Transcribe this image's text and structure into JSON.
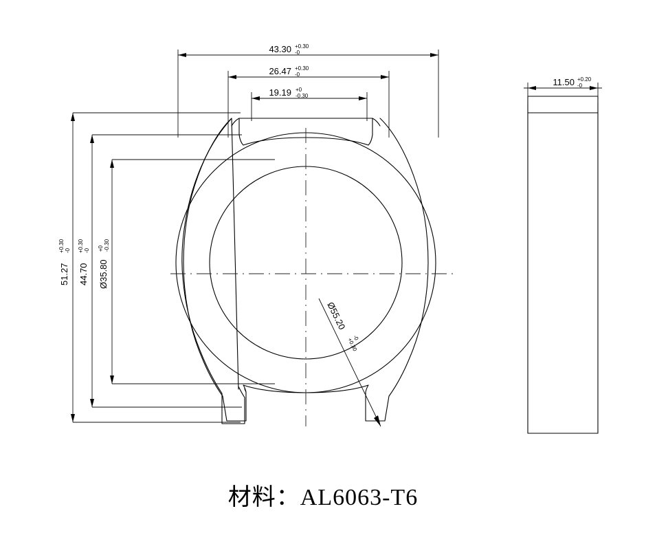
{
  "drawing": {
    "title": "Watch case mechanical drawing",
    "background_color": "#ffffff",
    "line_color": "#000000",
    "views": {
      "front": {
        "name": "front-view",
        "description": "Watch case top-down outline with lugs and circular bezel"
      },
      "side": {
        "name": "side-view",
        "description": "Watch case side profile rectangle"
      }
    }
  },
  "dimensions": {
    "width_overall": {
      "id": "dim-43-30",
      "value": "43.30",
      "tol_upper": "+0.30",
      "tol_lower": "-0",
      "orientation": "horizontal",
      "label": "43.30"
    },
    "lug_outer": {
      "id": "dim-26-47",
      "value": "26.47",
      "tol_upper": "+0.30",
      "tol_lower": "-0",
      "orientation": "horizontal",
      "label": "26.47"
    },
    "lug_inner": {
      "id": "dim-19-19",
      "value": "19.19",
      "tol_upper": "+0",
      "tol_lower": "-0.30",
      "orientation": "horizontal",
      "label": "19.19"
    },
    "height_overall": {
      "id": "dim-51-27",
      "value": "51.27",
      "tol_upper": "+0.30",
      "tol_lower": "-0",
      "orientation": "vertical",
      "label": "51.27"
    },
    "height_body": {
      "id": "dim-44-70",
      "value": "44.70",
      "tol_upper": "+0.30",
      "tol_lower": "-0",
      "orientation": "vertical",
      "label": "44.70"
    },
    "bezel_diameter": {
      "id": "dim-d35-80",
      "value": "Ø35.80",
      "tol_upper": "+0",
      "tol_lower": "-0.30",
      "orientation": "vertical",
      "label": "Ø35.80"
    },
    "outer_diameter": {
      "id": "dim-d55-20",
      "value": "Ø55.20",
      "tol_upper": "+0.30",
      "tol_lower": "-0",
      "orientation": "diagonal",
      "label": "Ø55.20"
    },
    "thickness": {
      "id": "dim-11-50",
      "value": "11.50",
      "tol_upper": "+0.20",
      "tol_lower": "-0",
      "orientation": "horizontal",
      "label": "11.50"
    }
  },
  "notes": {
    "material_label": "材料：",
    "material_value": "AL6063-T6",
    "material_full": "材料：AL6063-T6"
  }
}
